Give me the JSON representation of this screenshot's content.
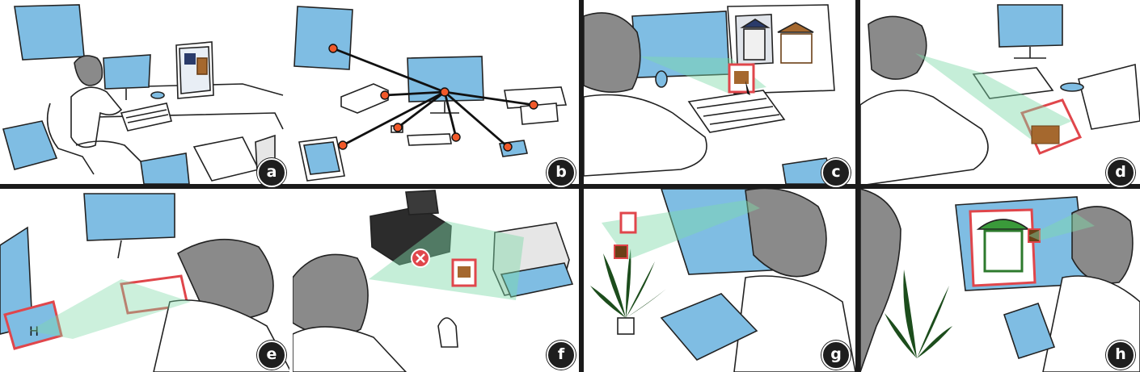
{
  "panels": [
    {
      "id": "a",
      "label": "a"
    },
    {
      "id": "b",
      "label": "b"
    },
    {
      "id": "c",
      "label": "c"
    },
    {
      "id": "d",
      "label": "d"
    },
    {
      "id": "e",
      "label": "e"
    },
    {
      "id": "f",
      "label": "f"
    },
    {
      "id": "g",
      "label": "g"
    },
    {
      "id": "h",
      "label": "h"
    }
  ],
  "colors": {
    "screen": "#7fbde3",
    "gaze": "#7fd9a8",
    "highlight": "#e0464b",
    "device_dot": "#f0592a",
    "hair": "#8a8a8a",
    "plant": "#1c4d1c",
    "outline": "#222222"
  }
}
